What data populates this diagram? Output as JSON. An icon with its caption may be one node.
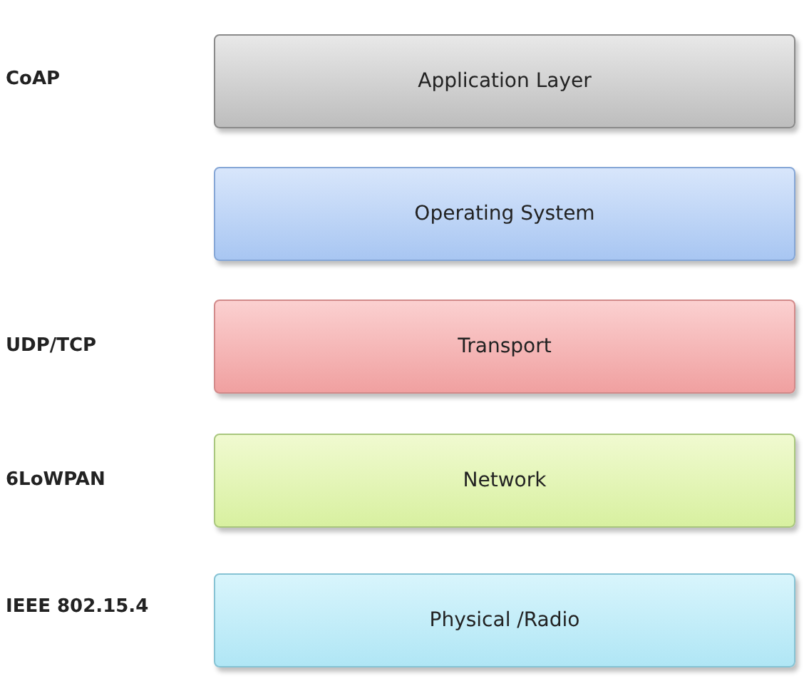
{
  "diagram": {
    "nodes": [
      {
        "text": [
          "Application Layer"
        ]
      },
      {
        "text": [
          "Operating System"
        ]
      },
      {
        "text": [
          "Transport"
        ]
      },
      {
        "text": [
          "Network"
        ]
      },
      {
        "text": [
          "Physical /Radio"
        ]
      }
    ],
    "labels": [
      "CoAP",
      "UDP/TCP",
      "6LoWPAN",
      "IEEE 802.15.4"
    ]
  }
}
